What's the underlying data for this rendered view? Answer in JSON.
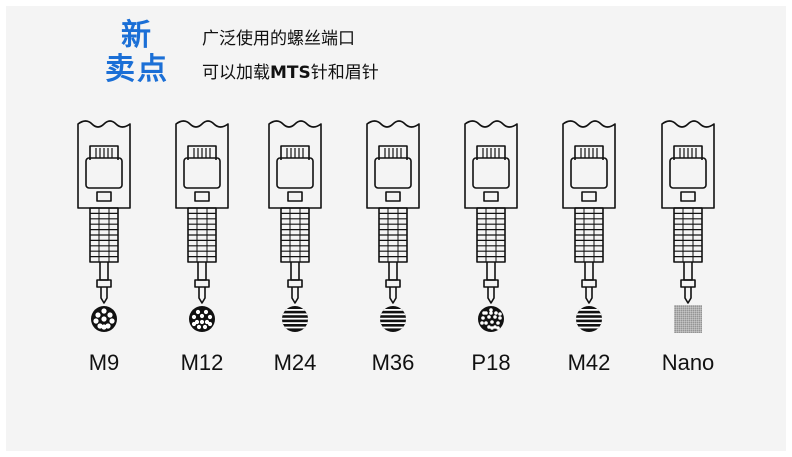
{
  "headline": {
    "line1": "新",
    "line2": "卖点",
    "color": "#1b6fd6"
  },
  "features": [
    {
      "text": "广泛使用的螺丝端口"
    },
    {
      "prefix": "可以加载",
      "bold": "MTS",
      "suffix": "针和眉针"
    }
  ],
  "needle_icon": "needle-cartridge-icon",
  "cartridges": [
    {
      "label": "M9",
      "pattern": "m9-dots-icon"
    },
    {
      "label": "M12",
      "pattern": "m12-dots-icon"
    },
    {
      "label": "M24",
      "pattern": "m24-stripes-icon"
    },
    {
      "label": "M36",
      "pattern": "m36-stripes-icon"
    },
    {
      "label": "P18",
      "pattern": "p18-dots-icon"
    },
    {
      "label": "M42",
      "pattern": "m42-stripes-icon"
    },
    {
      "label": "Nano",
      "pattern": "nano-grid-icon"
    }
  ]
}
